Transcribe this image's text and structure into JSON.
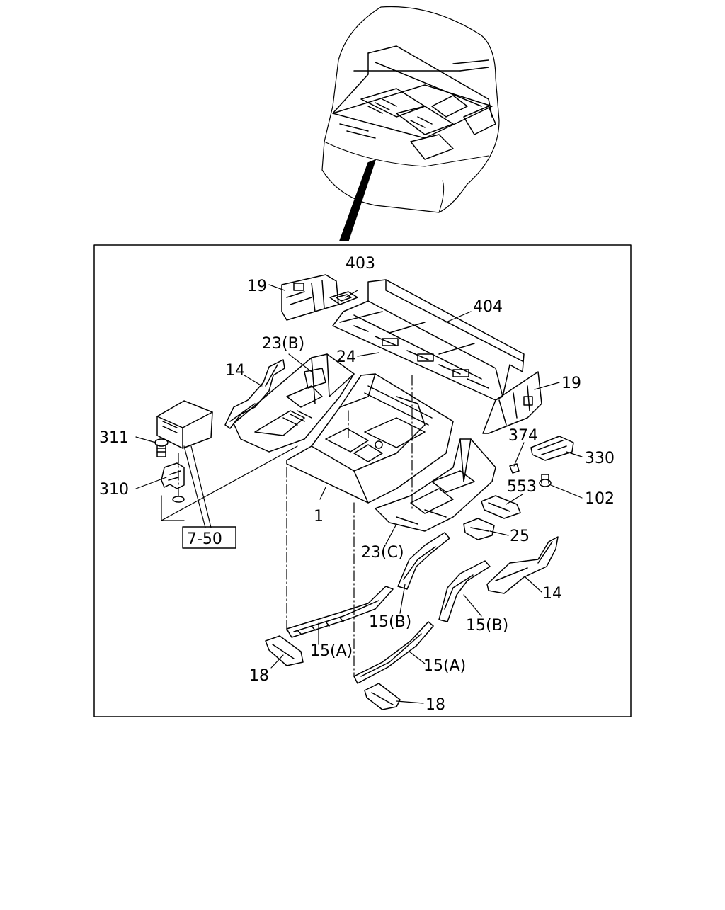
{
  "diagram": {
    "callouts": {
      "c403": "403",
      "c19a": "19",
      "c404": "404",
      "c23b": "23(B)",
      "c24": "24",
      "c14a": "14",
      "c19b": "19",
      "c311": "311",
      "c374": "374",
      "c330": "330",
      "c310": "310",
      "c553": "553",
      "c102": "102",
      "c1": "1",
      "c750": "7-50",
      "c25": "25",
      "c23c": "23(C)",
      "c14b": "14",
      "c15b1": "15(B)",
      "c15b2": "15(B)",
      "c15a1": "15(A)",
      "c15a2": "15(A)",
      "c18a": "18",
      "c18b": "18"
    }
  }
}
